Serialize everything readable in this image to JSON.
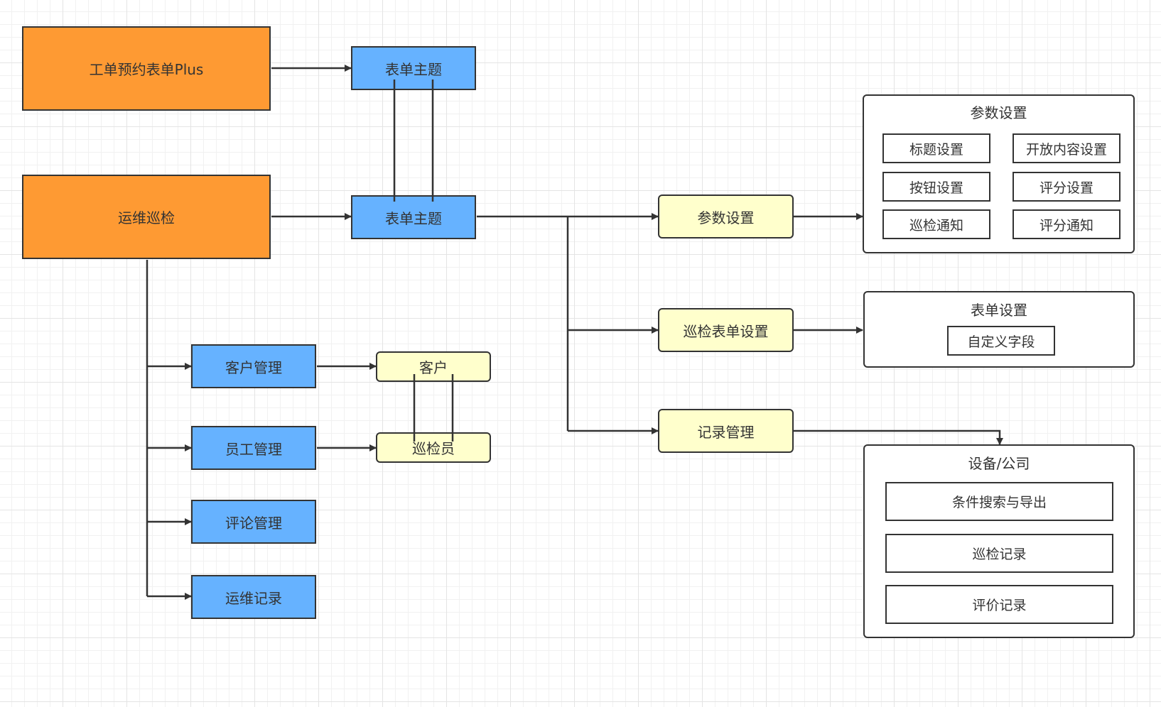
{
  "nodes": {
    "form_plus": "工单预约表单Plus",
    "ops_inspection": "运维巡检",
    "form_theme_top": "表单主题",
    "form_theme_main": "表单主题",
    "param_settings": "参数设置",
    "inspection_form_settings": "巡检表单设置",
    "record_management": "记录管理",
    "customer_management": "客户管理",
    "employee_management": "员工管理",
    "comment_management": "评论管理",
    "ops_records": "运维记录",
    "customer": "客户",
    "inspector": "巡检员"
  },
  "groups": {
    "params": {
      "title": "参数设置",
      "items": [
        "标题设置",
        "开放内容设置",
        "按钮设置",
        "评分设置",
        "巡检通知",
        "评分通知"
      ]
    },
    "form_settings": {
      "title": "表单设置",
      "items": [
        "自定义字段"
      ]
    },
    "device_company": {
      "title": "设备/公司",
      "items": [
        "条件搜索与导出",
        "巡检记录",
        "评价记录"
      ]
    }
  },
  "colors": {
    "root": "#fe9a33",
    "module": "#66b2ff",
    "feature": "#ffffcc",
    "line": "#333333"
  }
}
